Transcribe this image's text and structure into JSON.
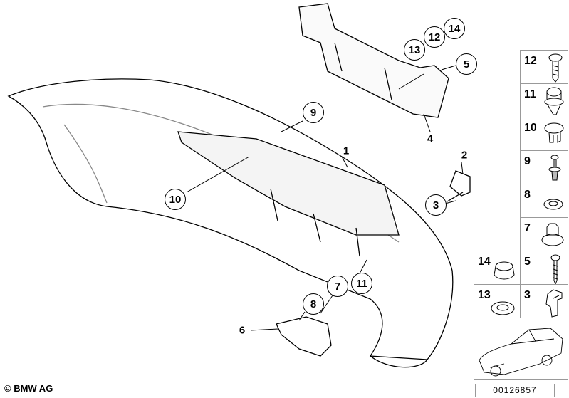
{
  "diagram": {
    "callouts": [
      "14",
      "12",
      "13",
      "5",
      "9",
      "10",
      "3",
      "7",
      "11",
      "8"
    ],
    "labels": [
      "4",
      "1",
      "2",
      "6"
    ],
    "parts_table": [
      {
        "num": "12",
        "icon": "screw-icon"
      },
      {
        "num": "11",
        "icon": "expanding-rivet-icon"
      },
      {
        "num": "10",
        "icon": "clip-nut-icon"
      },
      {
        "num": "9",
        "icon": "push-rivet-icon"
      },
      {
        "num": "8",
        "icon": "washer-icon"
      },
      {
        "num": "7",
        "icon": "collar-nut-icon"
      },
      {
        "num": "14",
        "icon": "cap-icon"
      },
      {
        "num": "5",
        "icon": "screw-icon"
      },
      {
        "num": "13",
        "icon": "washer-icon"
      },
      {
        "num": "3",
        "icon": "clip-icon"
      }
    ],
    "diagram_id": "00126857",
    "copyright": "© BMW AG"
  }
}
